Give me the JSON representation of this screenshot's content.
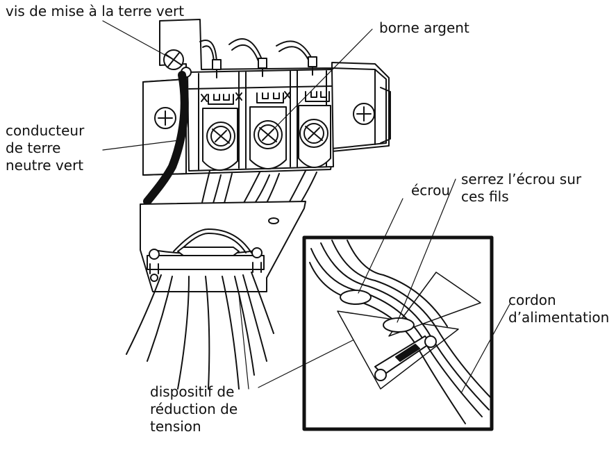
{
  "labels": {
    "green_ground_screw": "vis de mise à la terre vert",
    "silver_terminal": "borne argent",
    "neutral_ground_conductor": [
      "conducteur",
      "de terre",
      "neutre vert"
    ],
    "nut": "écrou",
    "tighten_nut": [
      "serrez l’écrou sur",
      "ces fils"
    ],
    "power_cord": [
      "cordon",
      "d’alimentation"
    ],
    "strain_relief": [
      "dispositif de",
      "réduction de",
      "tension"
    ]
  },
  "colors": {
    "ink": "#111111",
    "background": "#ffffff"
  },
  "icons": [
    "terminal-block",
    "ground-screw",
    "terminal-screw",
    "strain-relief-clamp",
    "inset-detail"
  ]
}
